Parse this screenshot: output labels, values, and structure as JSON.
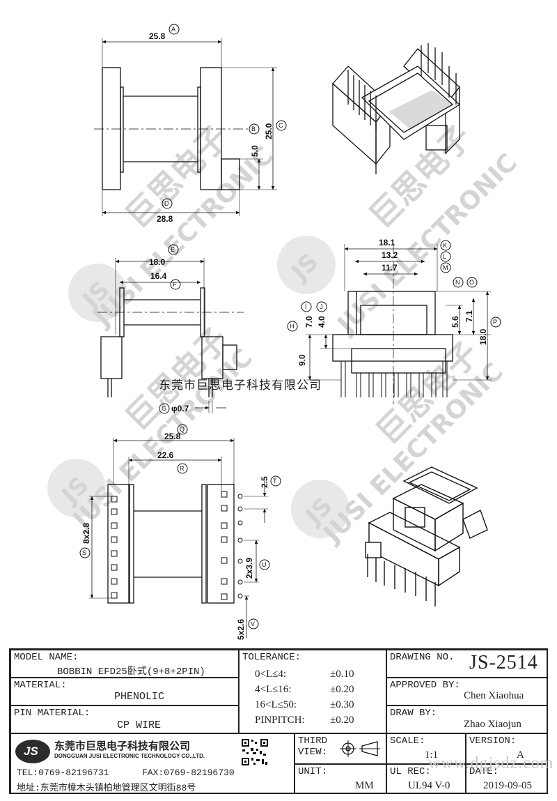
{
  "dims": {
    "A": "A",
    "B": "B",
    "C": "C",
    "D": "D",
    "E": "E",
    "F": "F",
    "G": "G",
    "H": "H",
    "I": "I",
    "J": "J",
    "K": "K",
    "L": "L",
    "M": "M",
    "N": "N",
    "O": "O",
    "P": "P",
    "Q": "Q",
    "R": "R",
    "S": "S",
    "T": "T",
    "U": "U",
    "V": "V",
    "a_val": "25.8",
    "b_val": "5.0",
    "c_val": "25.0",
    "d_val": "28.8",
    "e_val": "18.0",
    "f_val": "16.4",
    "g_val": "φ0.7",
    "h_val": "9.0",
    "i_val": "7.0",
    "j_val": "4.0",
    "k_val": "18.1",
    "l_val": "13.2",
    "m_val": "11.7",
    "p1_val": "5.6",
    "p2_val": "7.1",
    "p3_val": "18.0",
    "q_val": "25.8",
    "r_val": "22.6",
    "s_val": "8x2.8",
    "t_val": "2.5",
    "u_val": "2x3.9",
    "v_val": "5x2.6"
  },
  "watermark": {
    "company_cn": "巨思电子",
    "brand_en": "JUSI ELECTRONIC",
    "logo": "JS",
    "overlay_text": "东莞市巨思电子科技有限公司"
  },
  "title_block": {
    "model_name_label": "MODEL NAME:",
    "model_name_value": "BOBBIN EFD25卧式(9+8+2PIN)",
    "material_label": "MATERIAL:",
    "material_value": "PHENOLIC",
    "pin_material_label": "PIN MATERIAL:",
    "pin_material_value": "CP WIRE",
    "tolerance_label": "TOLERANCE:",
    "tol_rows": [
      {
        "range": "0<L≤4:",
        "value": "±0.10"
      },
      {
        "range": "4<L≤16:",
        "value": "±0.20"
      },
      {
        "range": "16<L≤50:",
        "value": "±0.30"
      },
      {
        "range": "PINPITCH:",
        "value": "±0.20"
      }
    ],
    "drawing_no_label": "DRAWING NO.",
    "drawing_no_value": "JS-2514",
    "approved_by_label": "APPROVED BY:",
    "approved_by_value": "Chen Xiaohua",
    "draw_by_label": "DRAW BY:",
    "draw_by_value": "Zhao Xiaojun",
    "company_cn": "东莞市巨思电子科技有限公司",
    "company_en": "DONGGUAN JUSI ELECTRONIC TECHNOLOGY CO.,LTD.",
    "tel": "TEL:0769-82196731",
    "fax": "FAX:0769-82196730",
    "address": "地址:东莞市樟木头镇柏地管理区文明街88号",
    "third_view_label": "THIRD VIEW:",
    "unit_label": "UNIT:",
    "unit_value": "MM",
    "scale_label": "SCALE:",
    "scale_value": "1:1",
    "version_label": "VERSION:",
    "version_value": "A",
    "ul_rec_label": "UL REC:",
    "ul_rec_value": "UL94 V-0",
    "date_label": "DATE:",
    "date_value": "2019-09-05",
    "site_watermark": "www.dgjsdz.com"
  }
}
